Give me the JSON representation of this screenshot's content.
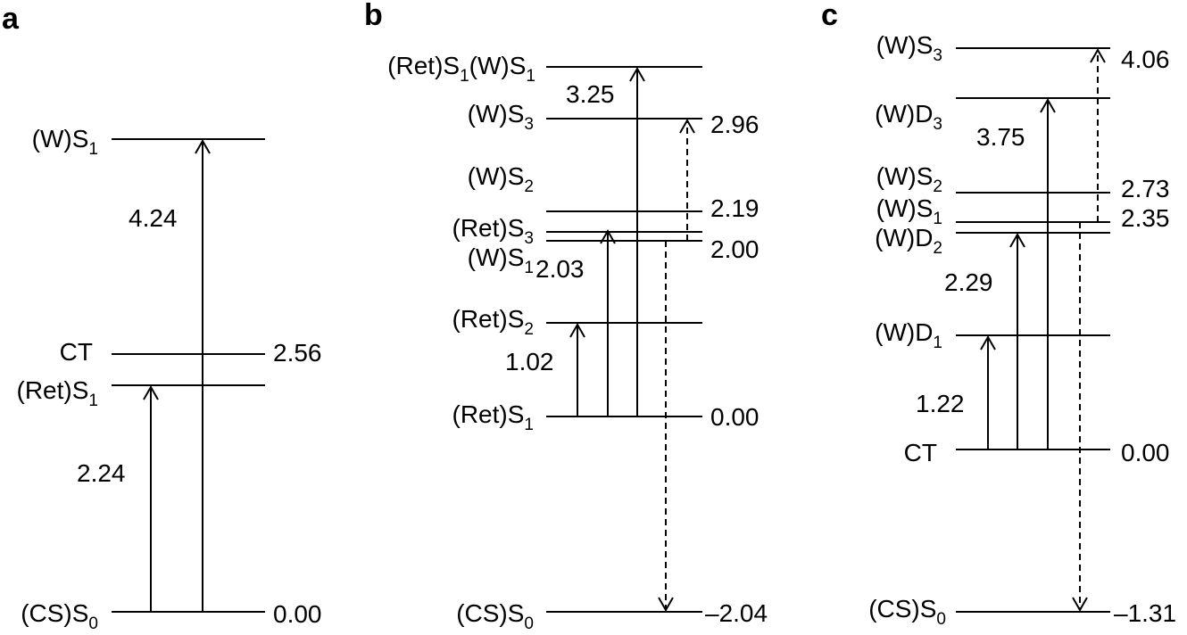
{
  "panels": {
    "a": {
      "letter": "a",
      "levels": [
        {
          "pre": "(W)S",
          "sub": "1",
          "value": ""
        },
        {
          "pre": "CT",
          "sub": "",
          "value": "2.56"
        },
        {
          "pre": "(Ret)S",
          "sub": "1",
          "value": ""
        },
        {
          "pre": "(CS)S",
          "sub": "0",
          "value": "0.00"
        }
      ],
      "transitions": [
        {
          "label": "4.24",
          "style": "solid"
        },
        {
          "label": "2.24",
          "style": "solid"
        }
      ]
    },
    "b": {
      "letter": "b",
      "levels": [
        {
          "pre": "(Ret)S",
          "sub": "1",
          "mid": "(W)S",
          "sub2": "1",
          "value": ""
        },
        {
          "pre": "(W)S",
          "sub": "3",
          "value": "2.96"
        },
        {
          "pre": "(W)S",
          "sub": "2",
          "value": "2.19"
        },
        {
          "pre": "(Ret)S",
          "sub": "3",
          "value": ""
        },
        {
          "pre": "(W)S",
          "sub": "1",
          "value": "2.00"
        },
        {
          "pre": "(Ret)S",
          "sub": "2",
          "value": ""
        },
        {
          "pre": "(Ret)S",
          "sub": "1",
          "value": "0.00"
        },
        {
          "pre": "(CS)S",
          "sub": "0",
          "value": "–2.04"
        }
      ],
      "transitions": [
        {
          "label": "3.25",
          "style": "solid"
        },
        {
          "label": "2.03",
          "style": "solid"
        },
        {
          "label": "1.02",
          "style": "solid"
        },
        {
          "label": "",
          "style": "dashed"
        },
        {
          "label": "",
          "style": "dashed"
        }
      ]
    },
    "c": {
      "letter": "c",
      "levels": [
        {
          "pre": "(W)S",
          "sub": "3",
          "value": "4.06"
        },
        {
          "pre": "(W)D",
          "sub": "3",
          "value": ""
        },
        {
          "pre": "(W)S",
          "sub": "2",
          "value": "2.73"
        },
        {
          "pre": "(W)S",
          "sub": "1",
          "value": "2.35"
        },
        {
          "pre": "(W)D",
          "sub": "2",
          "value": ""
        },
        {
          "pre": "(W)D",
          "sub": "1",
          "value": ""
        },
        {
          "pre": "CT",
          "sub": "",
          "value": "0.00"
        },
        {
          "pre": "(CS)S",
          "sub": "0",
          "value": "–1.31"
        }
      ],
      "transitions": [
        {
          "label": "3.75",
          "style": "solid"
        },
        {
          "label": "2.29",
          "style": "solid"
        },
        {
          "label": "1.22",
          "style": "solid"
        },
        {
          "label": "",
          "style": "dashed"
        },
        {
          "label": "",
          "style": "dashed"
        }
      ]
    }
  }
}
